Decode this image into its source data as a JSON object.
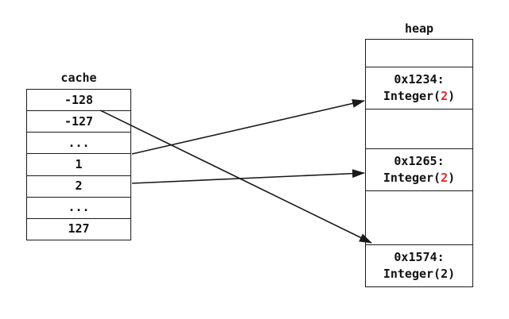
{
  "cache": {
    "label": "cache",
    "rows": [
      "-128",
      "-127",
      "...",
      "1",
      "2",
      "...",
      "127"
    ]
  },
  "heap": {
    "label": "heap",
    "cells": [
      {
        "address": "",
        "value_open": "",
        "value_num": "",
        "value_close": "",
        "num_highlighted": false
      },
      {
        "address": "0x1234:",
        "value_open": "Integer(",
        "value_num": "2",
        "value_close": ")",
        "num_highlighted": true
      },
      {
        "address": "",
        "value_open": "",
        "value_num": "",
        "value_close": "",
        "num_highlighted": false
      },
      {
        "address": "0x1265:",
        "value_open": "Integer(",
        "value_num": "2",
        "value_close": ")",
        "num_highlighted": true
      },
      {
        "address": "",
        "value_open": "",
        "value_num": "",
        "value_close": "",
        "num_highlighted": false
      },
      {
        "address": "0x1574:",
        "value_open": "Integer(",
        "value_num": "2",
        "value_close": ")",
        "num_highlighted": false
      }
    ]
  },
  "arrows": [
    {
      "from": "-127",
      "to": "0x1574"
    },
    {
      "from": "1",
      "to": "0x1234"
    },
    {
      "from": "2",
      "to": "0x1265"
    }
  ],
  "colors": {
    "line": "#1a1a1a",
    "highlight_red": "#e32b24",
    "background": "#ffffff"
  }
}
